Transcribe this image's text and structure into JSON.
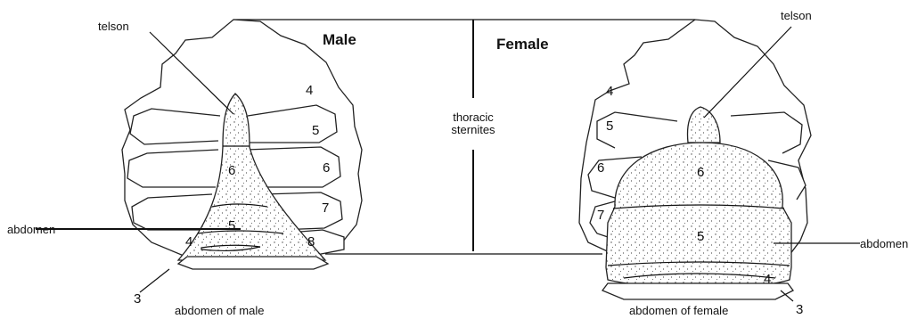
{
  "header": {
    "male": "Male",
    "female": "Female"
  },
  "center": {
    "thoracic_line1": "thoracic",
    "thoracic_line2": "sternites"
  },
  "male": {
    "telson": "telson",
    "abdomen": "abdomen",
    "caption": "abdomen of male",
    "seg3": "3",
    "seg4": "4",
    "seg5": "5",
    "seg6": "6",
    "sternite4": "4",
    "sternite5": "5",
    "sternite6": "6",
    "sternite7": "7",
    "sternite8": "8"
  },
  "female": {
    "telson": "telson",
    "abdomen": "abdomen",
    "caption": "abdomen of female",
    "seg3": "3",
    "seg4": "4",
    "seg5": "5",
    "seg6": "6",
    "sternite4": "4",
    "sternite5": "5",
    "sternite6": "6",
    "sternite7": "7"
  }
}
